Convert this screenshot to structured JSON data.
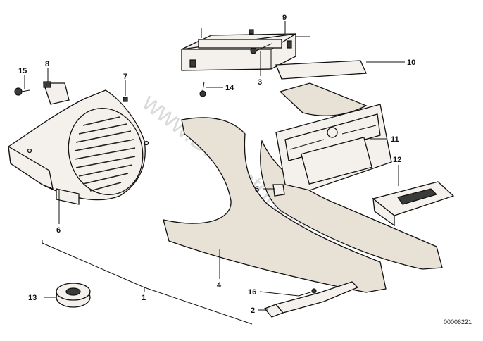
{
  "callouts": {
    "c1": "1",
    "c2": "2",
    "c3": "3",
    "c4": "4",
    "c5": "5",
    "c6": "6",
    "c7": "7",
    "c8": "8",
    "c9": "9",
    "c10": "10",
    "c11": "11",
    "c12": "12",
    "c13": "13",
    "c14": "14",
    "c15": "15",
    "c16": "16"
  },
  "document_number": "00006221",
  "watermark": "www.BMWstore.pl"
}
